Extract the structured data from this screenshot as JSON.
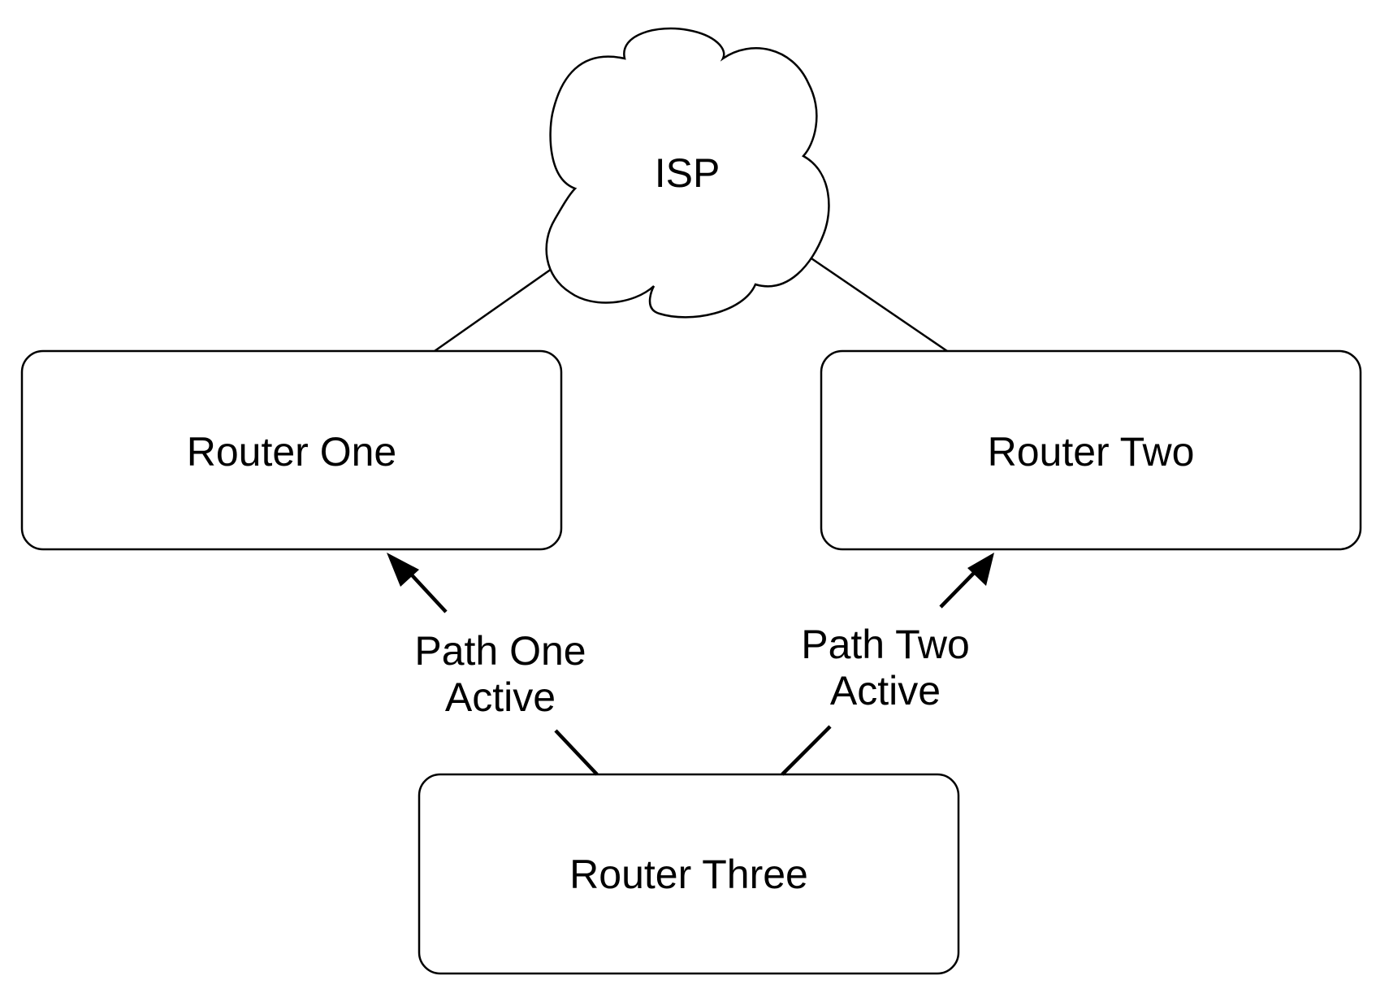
{
  "nodes": {
    "isp": {
      "label": "ISP"
    },
    "router_one": {
      "label": "Router One"
    },
    "router_two": {
      "label": "Router Two"
    },
    "router_three": {
      "label": "Router Three"
    }
  },
  "edges": {
    "path_one": {
      "line1": "Path One",
      "line2": "Active"
    },
    "path_two": {
      "line1": "Path Two",
      "line2": "Active"
    }
  }
}
